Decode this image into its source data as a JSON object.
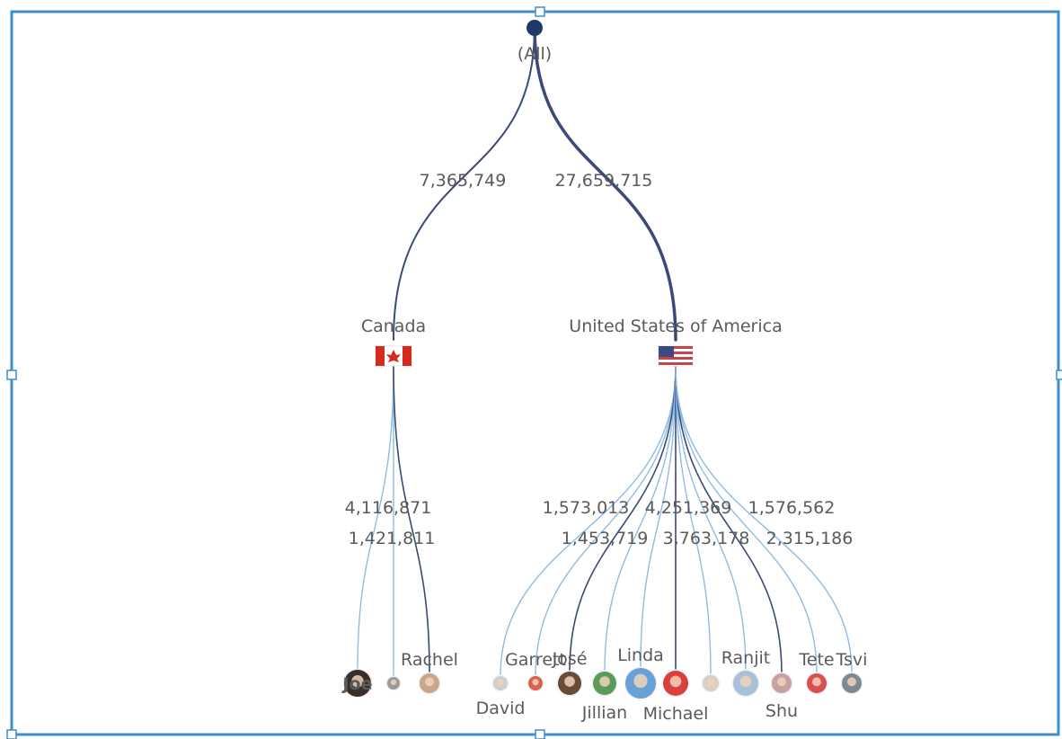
{
  "colors": {
    "frame": "#3d8fd0",
    "root": "#1f3a66",
    "edge_dark": "#3b4a78",
    "edge_light": "#8fbbe2",
    "text": "#5a5a5a"
  },
  "tree": {
    "root": {
      "label": "(All)"
    },
    "countries": [
      {
        "label": "Canada",
        "flag": "canada-flag-icon",
        "value": "7,365,749",
        "leaves": [
          {
            "label": "Joe",
            "avatar_color": "#3a2f28"
          },
          {
            "label": "",
            "avatar_color": "#9a9a9a"
          },
          {
            "label": "Rachel",
            "avatar_color": "#c9a58a"
          }
        ],
        "leaf_values": [
          "4,116,871",
          "1,421,811"
        ]
      },
      {
        "label": "United States of America",
        "flag": "usa-flag-icon",
        "value": "27,659,715",
        "leaves": [
          {
            "label": "David",
            "avatar_color": "#cfcfcf"
          },
          {
            "label": "Garrett",
            "avatar_color": "#d9614f"
          },
          {
            "label": "José",
            "avatar_color": "#6a4a38"
          },
          {
            "label": "Jillian",
            "avatar_color": "#5a9a5a"
          },
          {
            "label": "Linda",
            "avatar_color": "#6aa0d8"
          },
          {
            "label": "Michael",
            "avatar_color": "#d84040"
          },
          {
            "label": "",
            "avatar_color": "#d8d0c0"
          },
          {
            "label": "Ranjit",
            "avatar_color": "#a8c0d8"
          },
          {
            "label": "Shu",
            "avatar_color": "#c8a0a0"
          },
          {
            "label": "Tete",
            "avatar_color": "#d85050"
          },
          {
            "label": "Tsvi",
            "avatar_color": "#808890"
          }
        ],
        "leaf_values": [
          "1,573,013",
          "4,251,369",
          "1,576,562",
          "1,453,719",
          "3,763,178",
          "2,315,186"
        ]
      }
    ]
  }
}
